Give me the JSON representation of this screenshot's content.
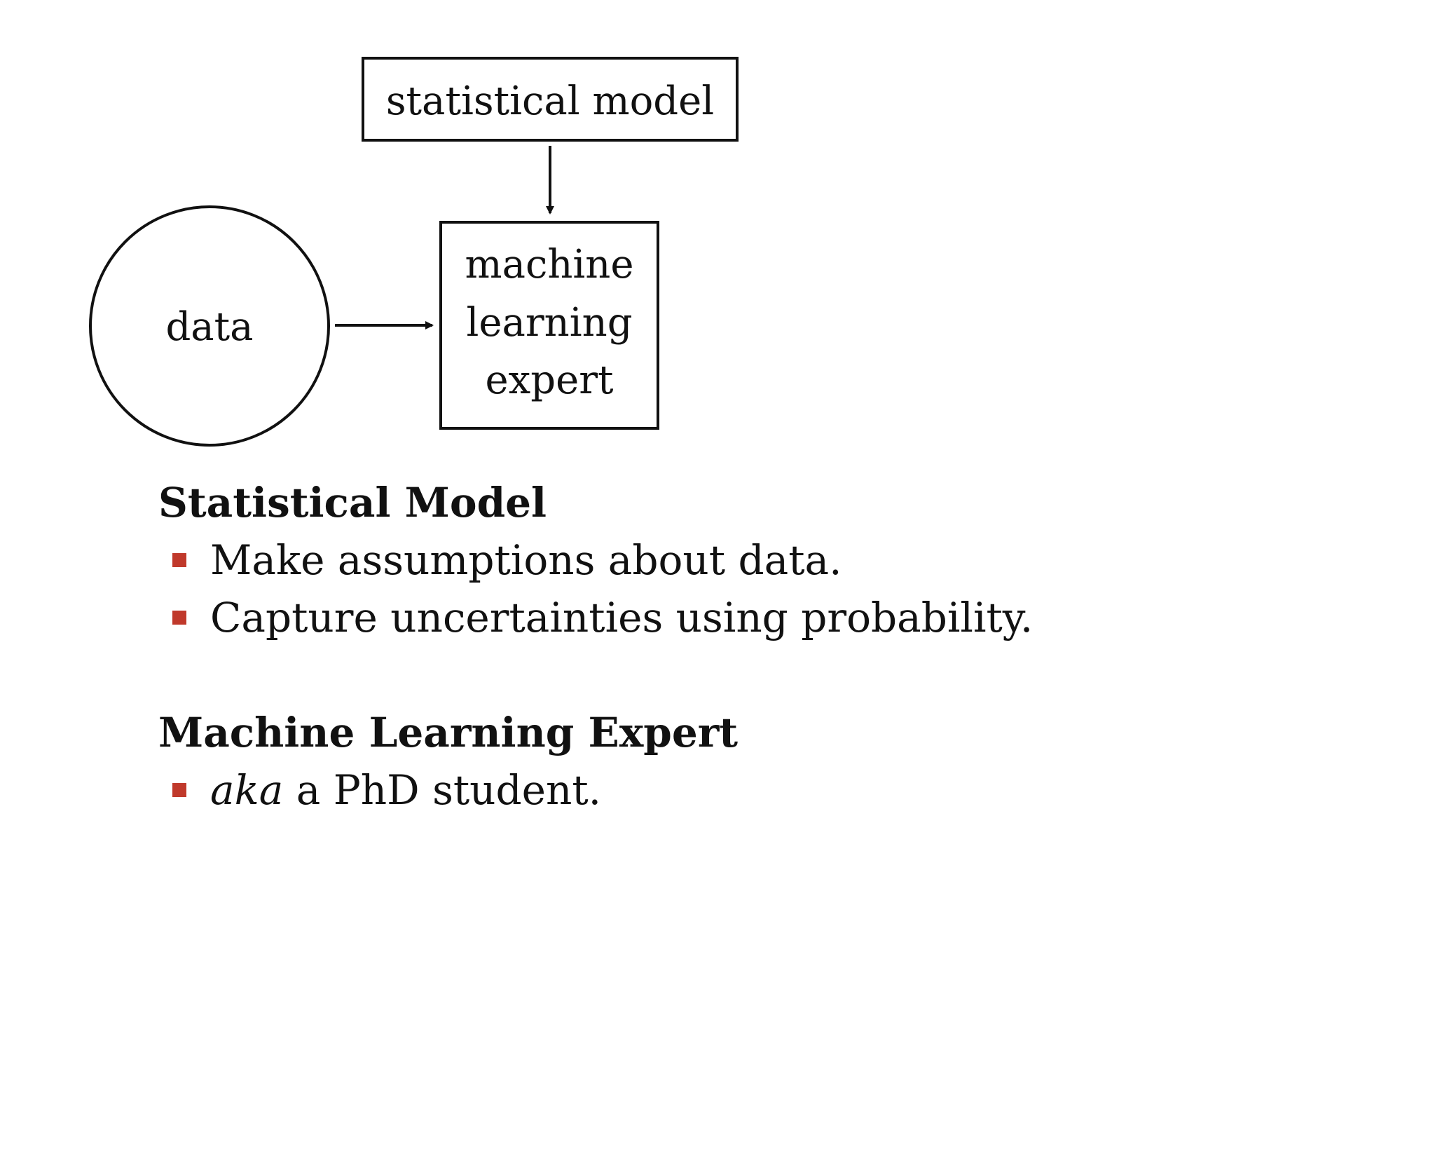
{
  "diagram": {
    "nodes": {
      "statistical_model": [
        "statistical model"
      ],
      "machine_learning_expert": [
        "machine",
        "learning",
        "expert"
      ],
      "data": [
        "data"
      ]
    }
  },
  "sections": {
    "statistical_model": {
      "heading": "Statistical Model",
      "items": [
        "Make assumptions about data.",
        "Capture uncertainties using probability."
      ]
    },
    "machine_learning_expert": {
      "heading": "Machine Learning Expert",
      "item": {
        "italic": "aka",
        "rest": " a PhD student."
      }
    }
  },
  "colors": {
    "bullet": "#c0392b",
    "text": "#111111"
  }
}
